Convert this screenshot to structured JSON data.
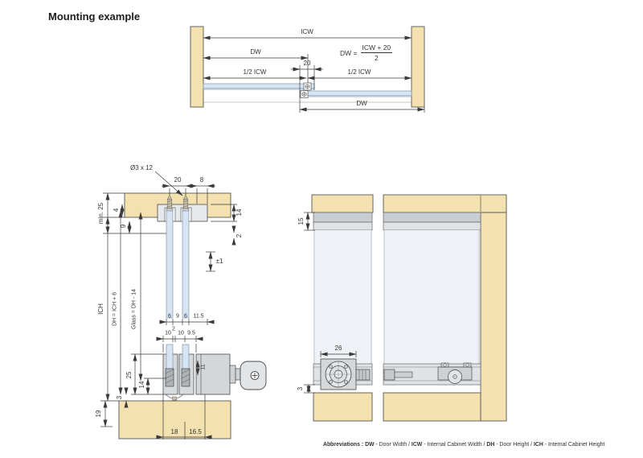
{
  "title": "Mounting example",
  "colors": {
    "wood": "#f3e1b0",
    "glass_section": "#d7e4f2",
    "glass_front": "#eef2f6",
    "track_gray": "#e6e9eb",
    "dim_line": "#3a3a3a"
  },
  "top_view": {
    "icw": "ICW",
    "dw_top": "DW",
    "formula_lhs": "DW =",
    "formula_num": "ICW + 20",
    "formula_den": "2",
    "overlap": "20",
    "half_left": "1/2 ICW",
    "half_right": "1/2 ICW",
    "dw_bottom": "DW"
  },
  "section_view": {
    "screw_spec": "Ø3 x 12",
    "d20": "20",
    "d8": "8",
    "min25": "min. 25",
    "d4": "4",
    "d9": "9",
    "d14_top": "14",
    "d2_top": "2",
    "adjust": "±1",
    "ich": "ICH",
    "dh_formula": "DH = ICH + 6",
    "glass_formula": "Glass = DH - 14",
    "g6a": "6",
    "g9": "9",
    "g6b": "6",
    "g115": "11.5",
    "b10a": "10",
    "b2": "2",
    "b10b": "10",
    "b95": "9.5",
    "d25": "25",
    "d14_bottom": "14",
    "d11": "11",
    "d3": "3",
    "d19": "19",
    "d18": "18",
    "d165": "16.5"
  },
  "front_view": {
    "d15": "15",
    "d26": "26",
    "d3": "3"
  },
  "footer": {
    "label": "Abbreviations : ",
    "dw": "DW",
    "dw_desc": " - Door Width / ",
    "icw": "ICW",
    "icw_desc": " - Internal Cabinet Width / ",
    "dh": "DH",
    "dh_desc": " - Door Height / ",
    "ich": "ICH",
    "ich_desc": " - Internal Cabinet Height"
  }
}
